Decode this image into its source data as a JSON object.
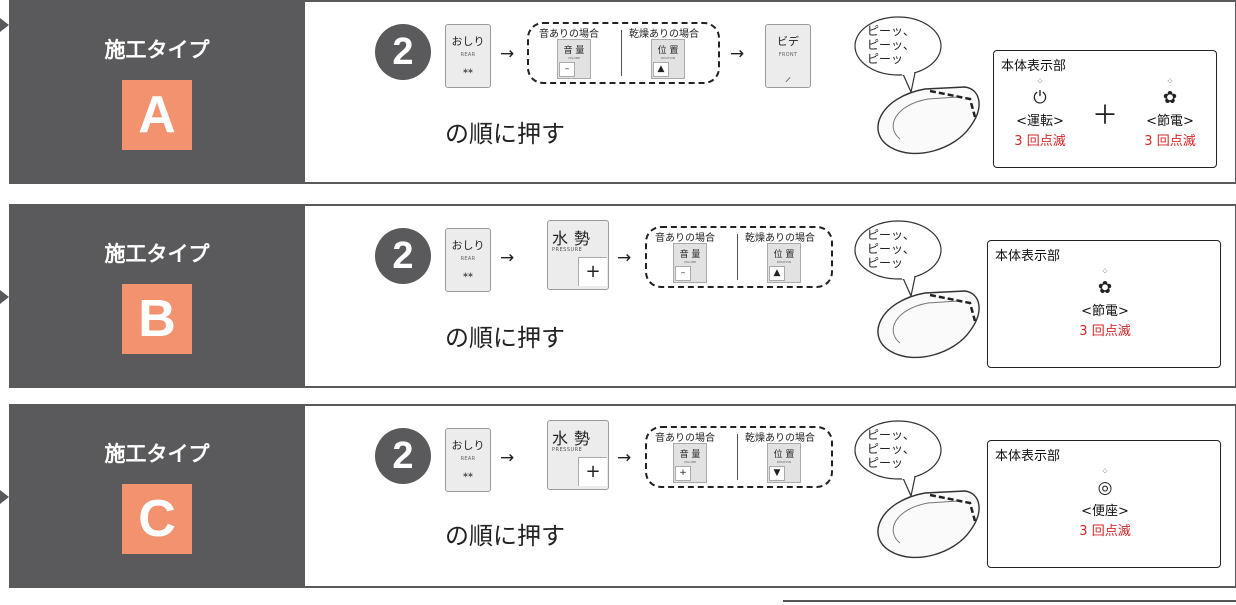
{
  "rows": [
    {
      "type_label": "施工タイプ",
      "type_letter": "A",
      "step": "2",
      "press_text": "の順に押す",
      "btn_rear": {
        "jp": "おしり",
        "en": "REAR",
        "icon": "ᕯ"
      },
      "dashed": {
        "left_cap": "音ありの場合",
        "right_cap": "乾燥ありの場合",
        "left_btn": {
          "t": "音 量",
          "e": "VOLUME",
          "k": "–"
        },
        "right_btn": {
          "t": "位 置",
          "e": "POSITION",
          "k": "▲"
        }
      },
      "btn_front": {
        "jp": "ビデ",
        "en": "FRONT",
        "icon": "⸝"
      },
      "bubble": "ピーッ、\nピーッ、\nピーッ",
      "panel_title": "本体表示部",
      "plus": "＋",
      "indicators": [
        {
          "sym": "⏻",
          "name": "<運転>",
          "blink": "3 回点滅"
        },
        {
          "sym": "✿",
          "name": "<節電>",
          "blink": "3 回点滅"
        }
      ]
    },
    {
      "type_label": "施工タイプ",
      "type_letter": "B",
      "step": "2",
      "press_text": "の順に押す",
      "btn_rear": {
        "jp": "おしり",
        "en": "REAR",
        "icon": "ᕯ"
      },
      "pressure": {
        "a": "水",
        "b": "勢",
        "en": "PRESSURE",
        "plus": "+"
      },
      "dashed": {
        "left_cap": "音ありの場合",
        "right_cap": "乾燥ありの場合",
        "left_btn": {
          "t": "音 量",
          "e": "VOLUME",
          "k": "–"
        },
        "right_btn": {
          "t": "位 置",
          "e": "POSITION",
          "k": "▲"
        }
      },
      "bubble": "ピーッ、\nピーッ、\nピーッ",
      "panel_title": "本体表示部",
      "indicators": [
        {
          "sym": "✿",
          "name": "<節電>",
          "blink": "3 回点滅"
        }
      ]
    },
    {
      "type_label": "施工タイプ",
      "type_letter": "C",
      "step": "2",
      "press_text": "の順に押す",
      "btn_rear": {
        "jp": "おしり",
        "en": "REAR",
        "icon": "ᕯ"
      },
      "pressure": {
        "a": "水",
        "b": "勢",
        "en": "PRESSURE",
        "plus": "+"
      },
      "dashed": {
        "left_cap": "音ありの場合",
        "right_cap": "乾燥ありの場合",
        "left_btn": {
          "t": "音 量",
          "e": "VOLUME",
          "k": "+"
        },
        "right_btn": {
          "t": "位 置",
          "e": "POSITION",
          "k": "▼"
        }
      },
      "bubble": "ピーッ、\nピーッ、\nピーッ",
      "panel_title": "本体表示部",
      "indicators": [
        {
          "sym": "◎",
          "name": "<便座>",
          "blink": "3 回点滅"
        }
      ]
    }
  ],
  "arrow": "→",
  "spark": "⁘",
  "colors": {
    "dark": "#5a5a5c",
    "badge": "#f2926e",
    "blink": "#d7262b"
  }
}
